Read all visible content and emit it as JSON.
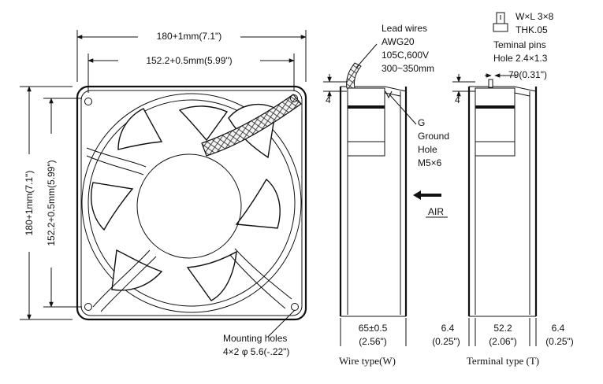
{
  "front_view": {
    "width_outer": "180+1mm(7.1\")",
    "width_holes": "152.2+0.5mm(5.99\")",
    "height_outer": "180+1mm(7.1\")",
    "height_holes": "152.2+0.5mm(5.99\")",
    "mounting_holes_line1": "Mounting holes",
    "mounting_holes_line2": "4×2 φ 5.6(-.22\")"
  },
  "wire_type": {
    "lead_wires_line1": "Lead wires",
    "lead_wires_line2": "AWG20",
    "lead_wires_line3": "105C,600V",
    "lead_wires_line4": "300~350mm",
    "offset": "4",
    "ground_line1": "G",
    "ground_line2": "Ground",
    "ground_line3": "Hole",
    "ground_line4": "M5×6",
    "airflow": "AIR",
    "depth_mm": "65±0.5",
    "depth_in": "(2.56\")",
    "caption": "Wire type(W)"
  },
  "terminal_type": {
    "pin_size_line1": "W×L 3×8",
    "pin_size_line2": "THK.05",
    "terminal_pins_line1": "Teminal pins",
    "terminal_pins_line2": "Hole 2.4×1.3",
    "pin_offset": "79(0.31\")",
    "offset": "4",
    "left_flange_mm": "6.4",
    "left_flange_in": "(0.25\")",
    "body_mm": "52.2",
    "body_in": "(2.06\")",
    "right_flange_mm": "6.4",
    "right_flange_in": "(0.25\")",
    "caption": "Terminal type (T)"
  }
}
